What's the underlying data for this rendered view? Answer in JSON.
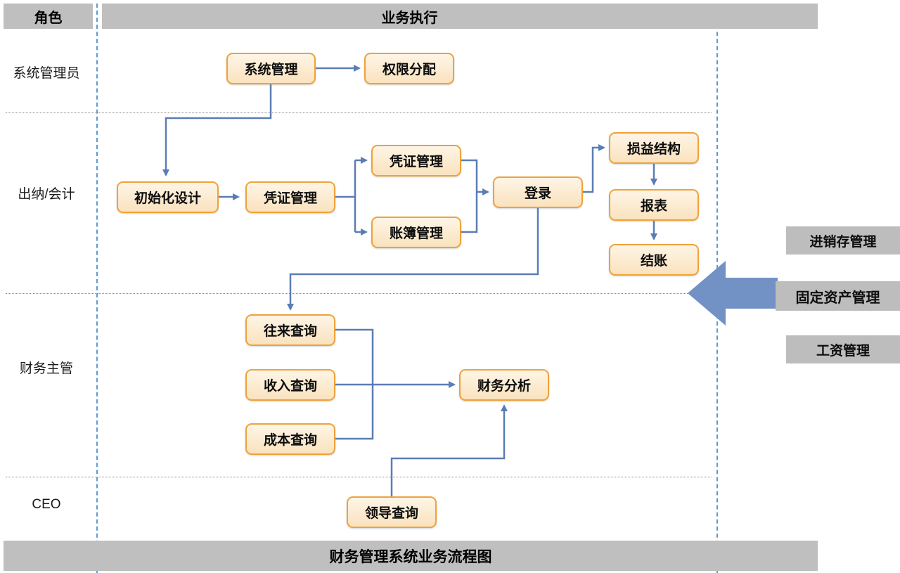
{
  "header": {
    "role_column": "角色",
    "execution_column": "业务执行"
  },
  "footer": {
    "title": "财务管理系统业务流程图"
  },
  "roles": {
    "admin": "系统管理员",
    "cashier_accountant": "出纳/会计",
    "finance_supervisor": "财务主管",
    "ceo": "CEO"
  },
  "nodes": {
    "system_mgmt": "系统管理",
    "permission_assign": "权限分配",
    "init_design": "初始化设计",
    "voucher_mgmt_1": "凭证管理",
    "voucher_mgmt_2": "凭证管理",
    "ledger_mgmt": "账簿管理",
    "login": "登录",
    "profit_loss_structure": "损益结构",
    "report": "报表",
    "closing": "结账",
    "contact_query": "往来查询",
    "income_query": "收入查询",
    "cost_query": "成本查询",
    "financial_analysis": "财务分析",
    "leader_query": "领导查询"
  },
  "side_modules": {
    "inventory": "进销存管理",
    "fixed_assets": "固定资产管理",
    "payroll": "工资管理"
  },
  "colors": {
    "bar_gray": "#BFBFBF",
    "side_label_gray": "#BDBDBD",
    "node_border": "#EFA23B",
    "node_fill_top": "#FEF5E6",
    "node_fill_bottom": "#FAE2BE",
    "connector_blue": "#5B7DB5",
    "lane_line_blue": "#5B9BD5",
    "big_arrow_blue": "#7291C5"
  }
}
